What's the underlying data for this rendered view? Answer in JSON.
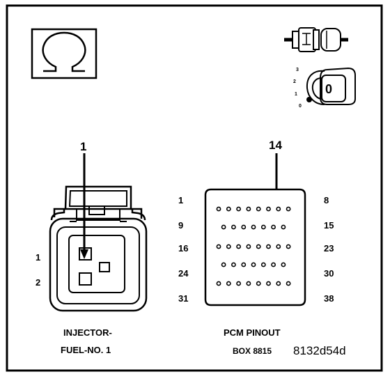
{
  "colors": {
    "ink": "#000000",
    "paper": "#ffffff"
  },
  "icons": {
    "resistance": "ohm-symbol-icon",
    "connector": "disconnected-connector-icon",
    "ignition": "ignition-key-off-icon"
  },
  "ignition": {
    "positions": [
      "3",
      "2",
      "1",
      "0"
    ],
    "key_text": "0"
  },
  "injector": {
    "callout": "1",
    "pin_labels": [
      "1",
      "2"
    ],
    "caption_line1": "INJECTOR-",
    "caption_line2": "FUEL-NO. 1"
  },
  "pcm": {
    "callout": "14",
    "row_start_labels": [
      "1",
      "9",
      "16",
      "24",
      "31"
    ],
    "row_end_labels": [
      "8",
      "15",
      "23",
      "30",
      "38"
    ],
    "row_pin_counts": [
      8,
      7,
      8,
      7,
      8
    ],
    "highlight_pin": 14,
    "caption_line1": "PCM PINOUT",
    "caption_line2": "BOX 8815"
  },
  "figure_id": "8132d54d"
}
